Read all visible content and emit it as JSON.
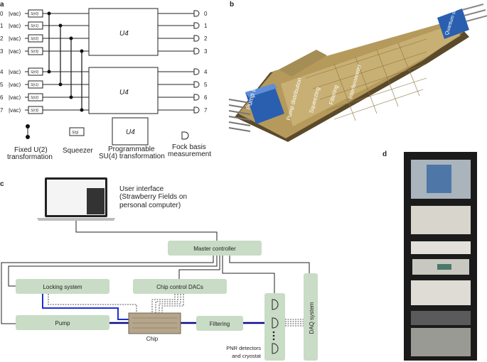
{
  "panels": {
    "a": "a",
    "b": "b",
    "c": "c",
    "d": "d"
  },
  "panel_a": {
    "modes": [
      "0",
      "1",
      "2",
      "3",
      "4",
      "5",
      "6",
      "7"
    ],
    "input_state": "|vac⟩",
    "squeezers": [
      "S(r0)",
      "S(r1)",
      "S(r2)",
      "S(r3)",
      "S(r0)",
      "S(r1)",
      "S(r2)",
      "S(r3)"
    ],
    "unitary": "U4",
    "outputs": [
      "0",
      "1",
      "2",
      "3",
      "4",
      "5",
      "6",
      "7"
    ],
    "legend": {
      "fixed_u2": [
        "Fixed U(2)",
        "transformation"
      ],
      "squeezer_symbol": "S(rj)",
      "squeezer": "Squeezer",
      "su4_symbol": "U4",
      "su4": [
        "Programmable",
        "SU(4) transformation"
      ],
      "fock": [
        "Fock basis",
        "measurement"
      ]
    }
  },
  "panel_b": {
    "labels": [
      "Pump I/O",
      "Pump distribution",
      "Squeezing",
      "Filtering",
      "Interferometer",
      "Quantum output"
    ]
  },
  "panel_c": {
    "user_interface": [
      "User interface",
      "(Strawberry Fields on",
      "personal computer)"
    ],
    "master": "Master controller",
    "locking": "Locking system",
    "dacs": "Chip control DACs",
    "pump": "Pump",
    "chip": "Chip",
    "filtering": "Filtering",
    "pnr": [
      "PNR detectors",
      "and cryostat"
    ],
    "daq": "DAQ system",
    "colors": {
      "box": "#c9dcc6",
      "fiber": "#0a0a8a",
      "blue": "#1d2fd6"
    }
  }
}
